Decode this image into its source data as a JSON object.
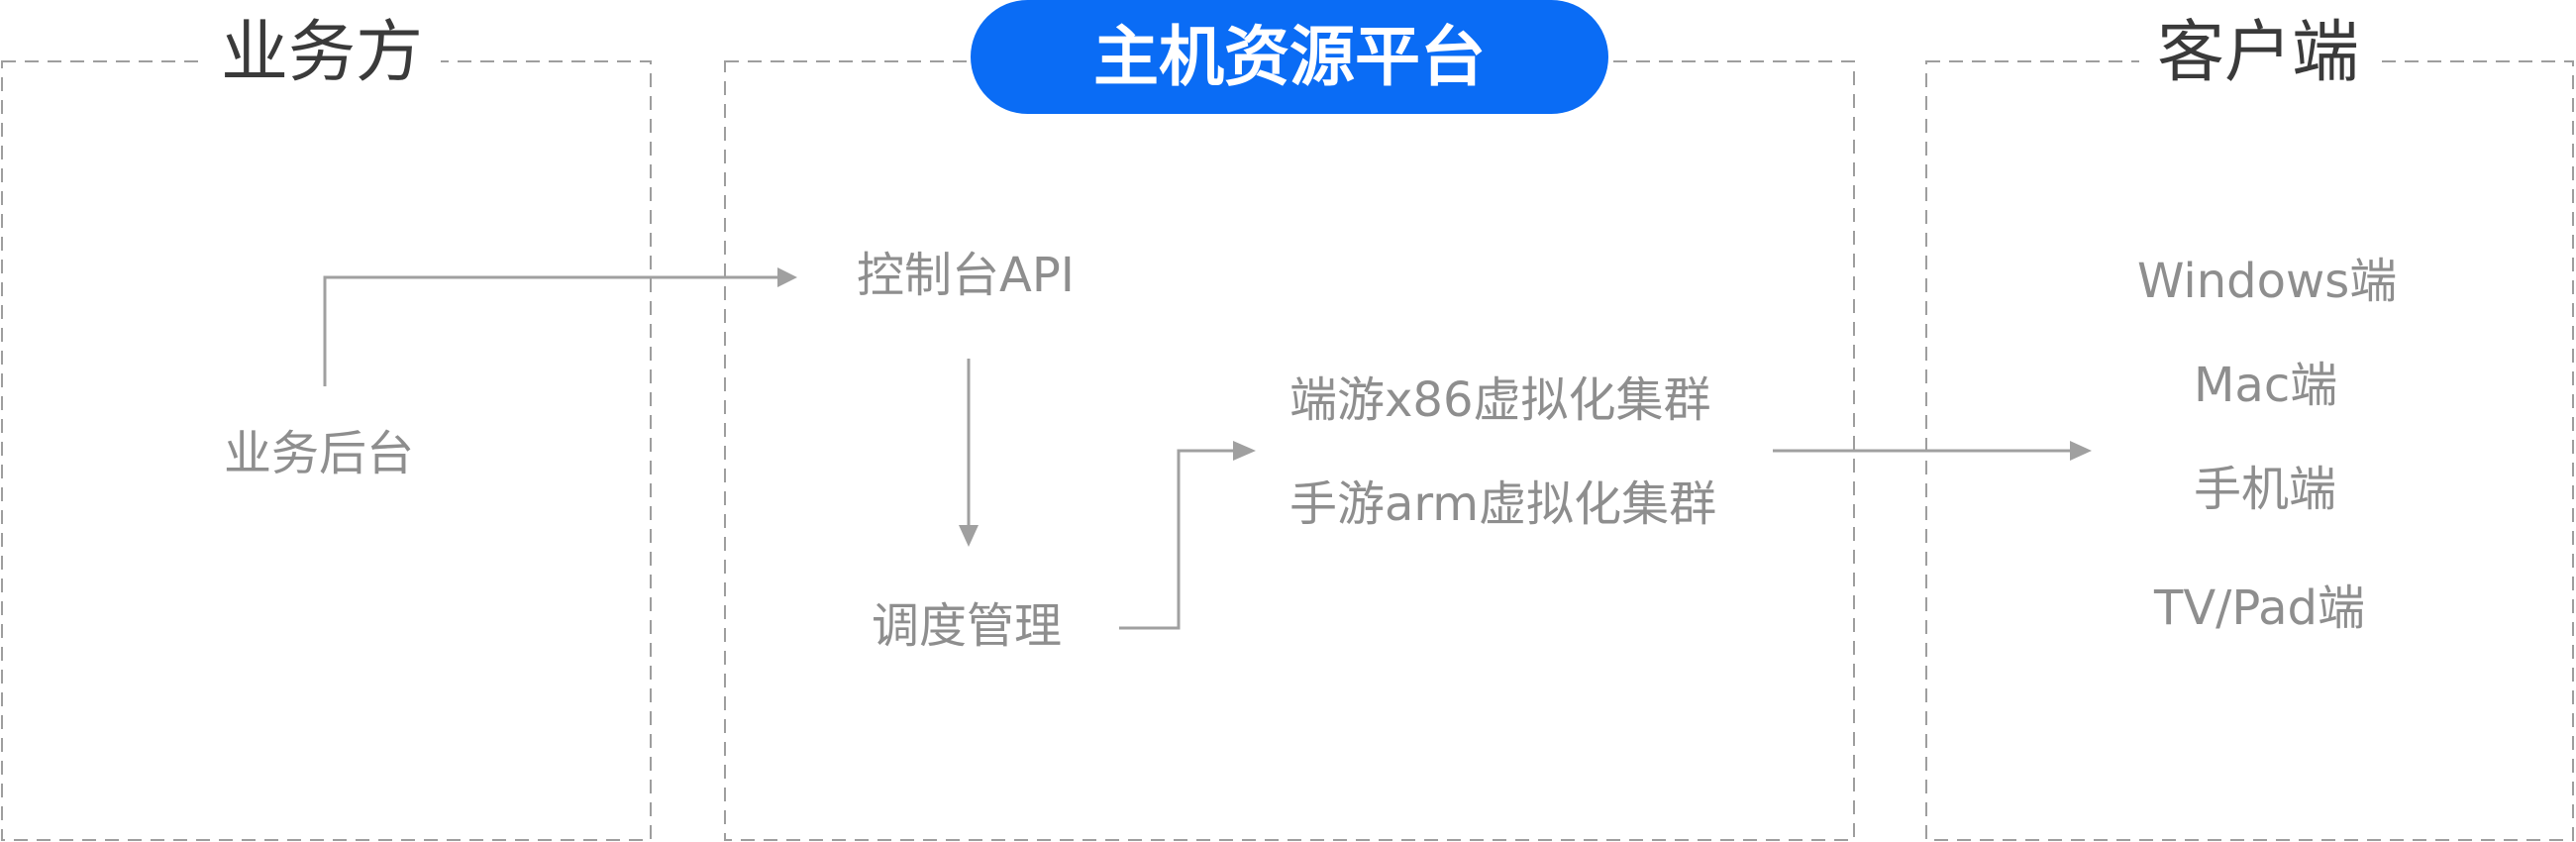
{
  "sections": {
    "business": {
      "title": "业务方",
      "items": [
        "业务后台"
      ]
    },
    "platform": {
      "title": "主机资源平台",
      "items": {
        "console_api": "控制台API",
        "scheduler": "调度管理",
        "clusters": [
          "端游x86虚拟化集群",
          "手游arm虚拟化集群"
        ]
      }
    },
    "client": {
      "title": "客户端",
      "items": [
        "Windows端",
        "Mac端",
        "手机端",
        "TV/Pad端"
      ]
    }
  },
  "colors": {
    "accent": "#0a6cf5",
    "line": "#a0a0a0",
    "text": "#8e8e8e",
    "title": "#3a3a3a"
  }
}
